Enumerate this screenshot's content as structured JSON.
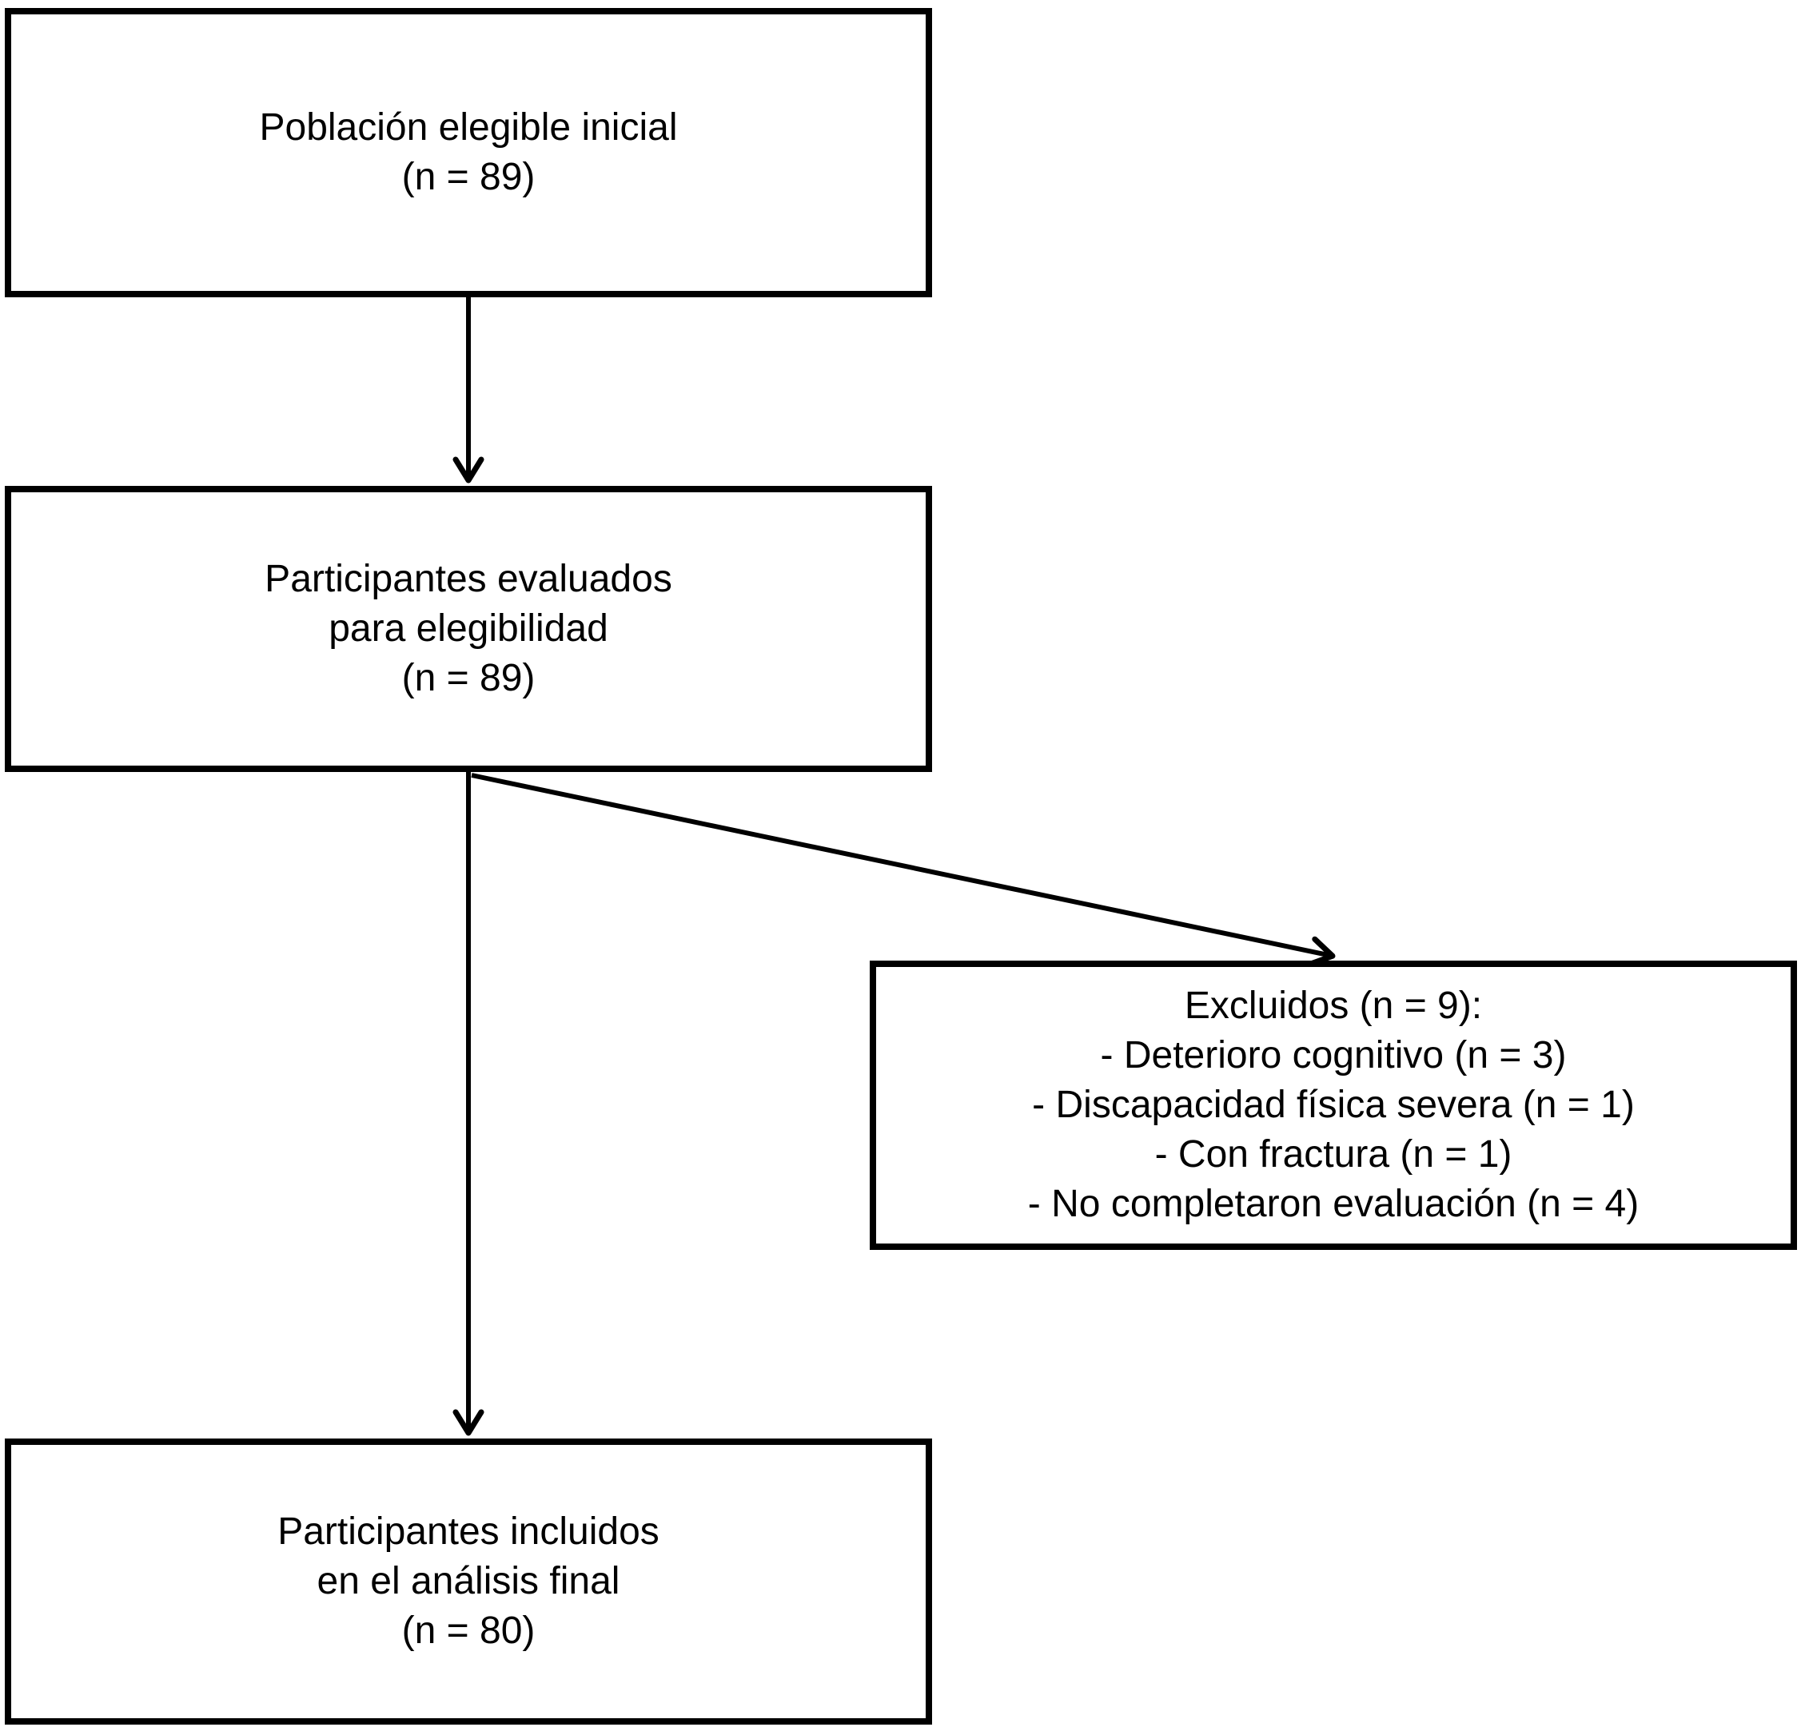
{
  "diagram": {
    "type": "flowchart",
    "language": "es",
    "colors": {
      "background": "#ffffff",
      "box_border": "#000000",
      "text": "#000000",
      "arrow": "#000000"
    },
    "boxes": [
      {
        "id": "initial-population",
        "lines": [
          "Población elegible inicial",
          "(n = 89)"
        ]
      },
      {
        "id": "assessed-for-eligibility",
        "lines": [
          "Participantes evaluados",
          "para elegibilidad",
          "(n = 89)"
        ]
      },
      {
        "id": "excluded",
        "lines": [
          "Excluidos (n = 9):",
          "- Deterioro cognitivo (n = 3)",
          "- Discapacidad física severa (n = 1)",
          "- Con fractura (n = 1)",
          "- No completaron evaluación (n = 4)"
        ]
      },
      {
        "id": "final-analysis",
        "lines": [
          "Participantes incluidos",
          "en el análisis final",
          "(n = 80)"
        ]
      }
    ],
    "arrows": [
      {
        "from": "initial-population",
        "to": "assessed-for-eligibility"
      },
      {
        "from": "assessed-for-eligibility",
        "to": "final-analysis"
      },
      {
        "from": "assessed-for-eligibility",
        "to": "excluded"
      }
    ]
  }
}
